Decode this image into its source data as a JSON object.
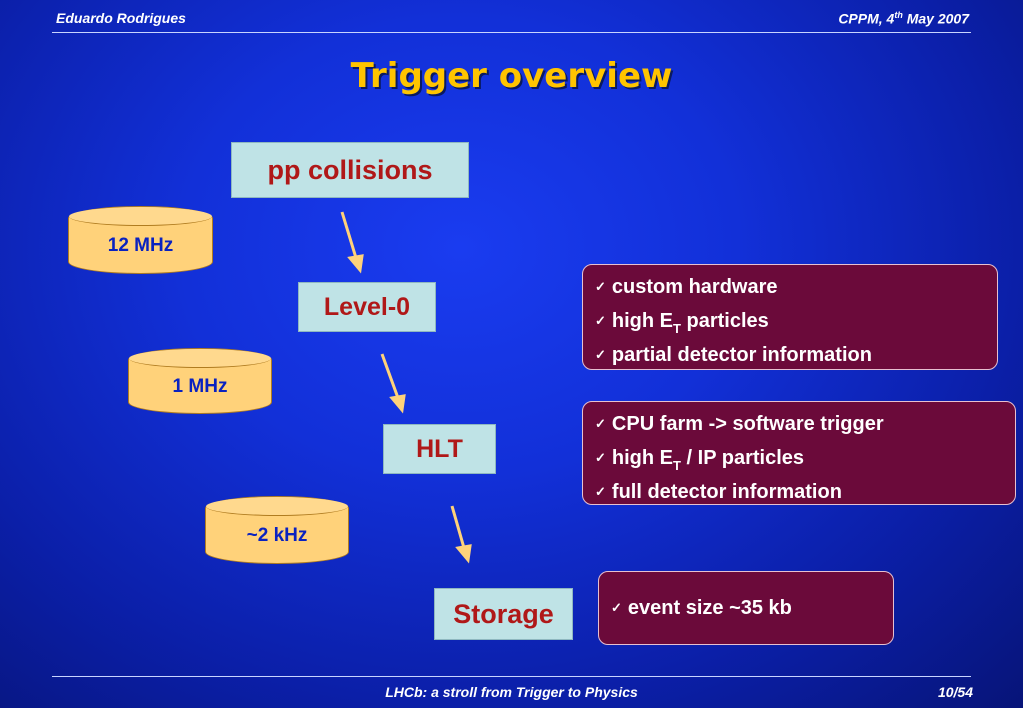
{
  "header": {
    "author": "Eduardo Rodrigues",
    "venue_pre": "CPPM, 4",
    "venue_sup": "th",
    "venue_post": " May 2007"
  },
  "title": "Trigger overview",
  "flow": {
    "source": "pp collisions",
    "level0": "Level-0",
    "hlt": "HLT",
    "storage": "Storage"
  },
  "rates": {
    "r1": "12 MHz",
    "r2": "1 MHz",
    "r3": "~2 kHz"
  },
  "level0_info": {
    "check": "✓",
    "l1": "custom hardware",
    "l2_pre": "high E",
    "l2_sub": "T",
    "l2_post": " particles",
    "l3": "partial detector information"
  },
  "hlt_info": {
    "check": "✓",
    "l1": "CPU farm -> software trigger",
    "l2_pre": "high E",
    "l2_sub": "T",
    "l2_post": " / IP particles",
    "l3": "full detector information"
  },
  "storage_info": {
    "check": "✓",
    "l1": "event size ~35 kb"
  },
  "footer": {
    "talk": "LHCb: a stroll from Trigger to Physics",
    "page": "10/54"
  },
  "colors": {
    "title": "#ffc400",
    "box_bg": "#bfe3e6",
    "box_text": "#b01818",
    "cylinder": "#ffd27a",
    "info_bg": "#6b0a3a",
    "arrow": "#ffd27a"
  }
}
